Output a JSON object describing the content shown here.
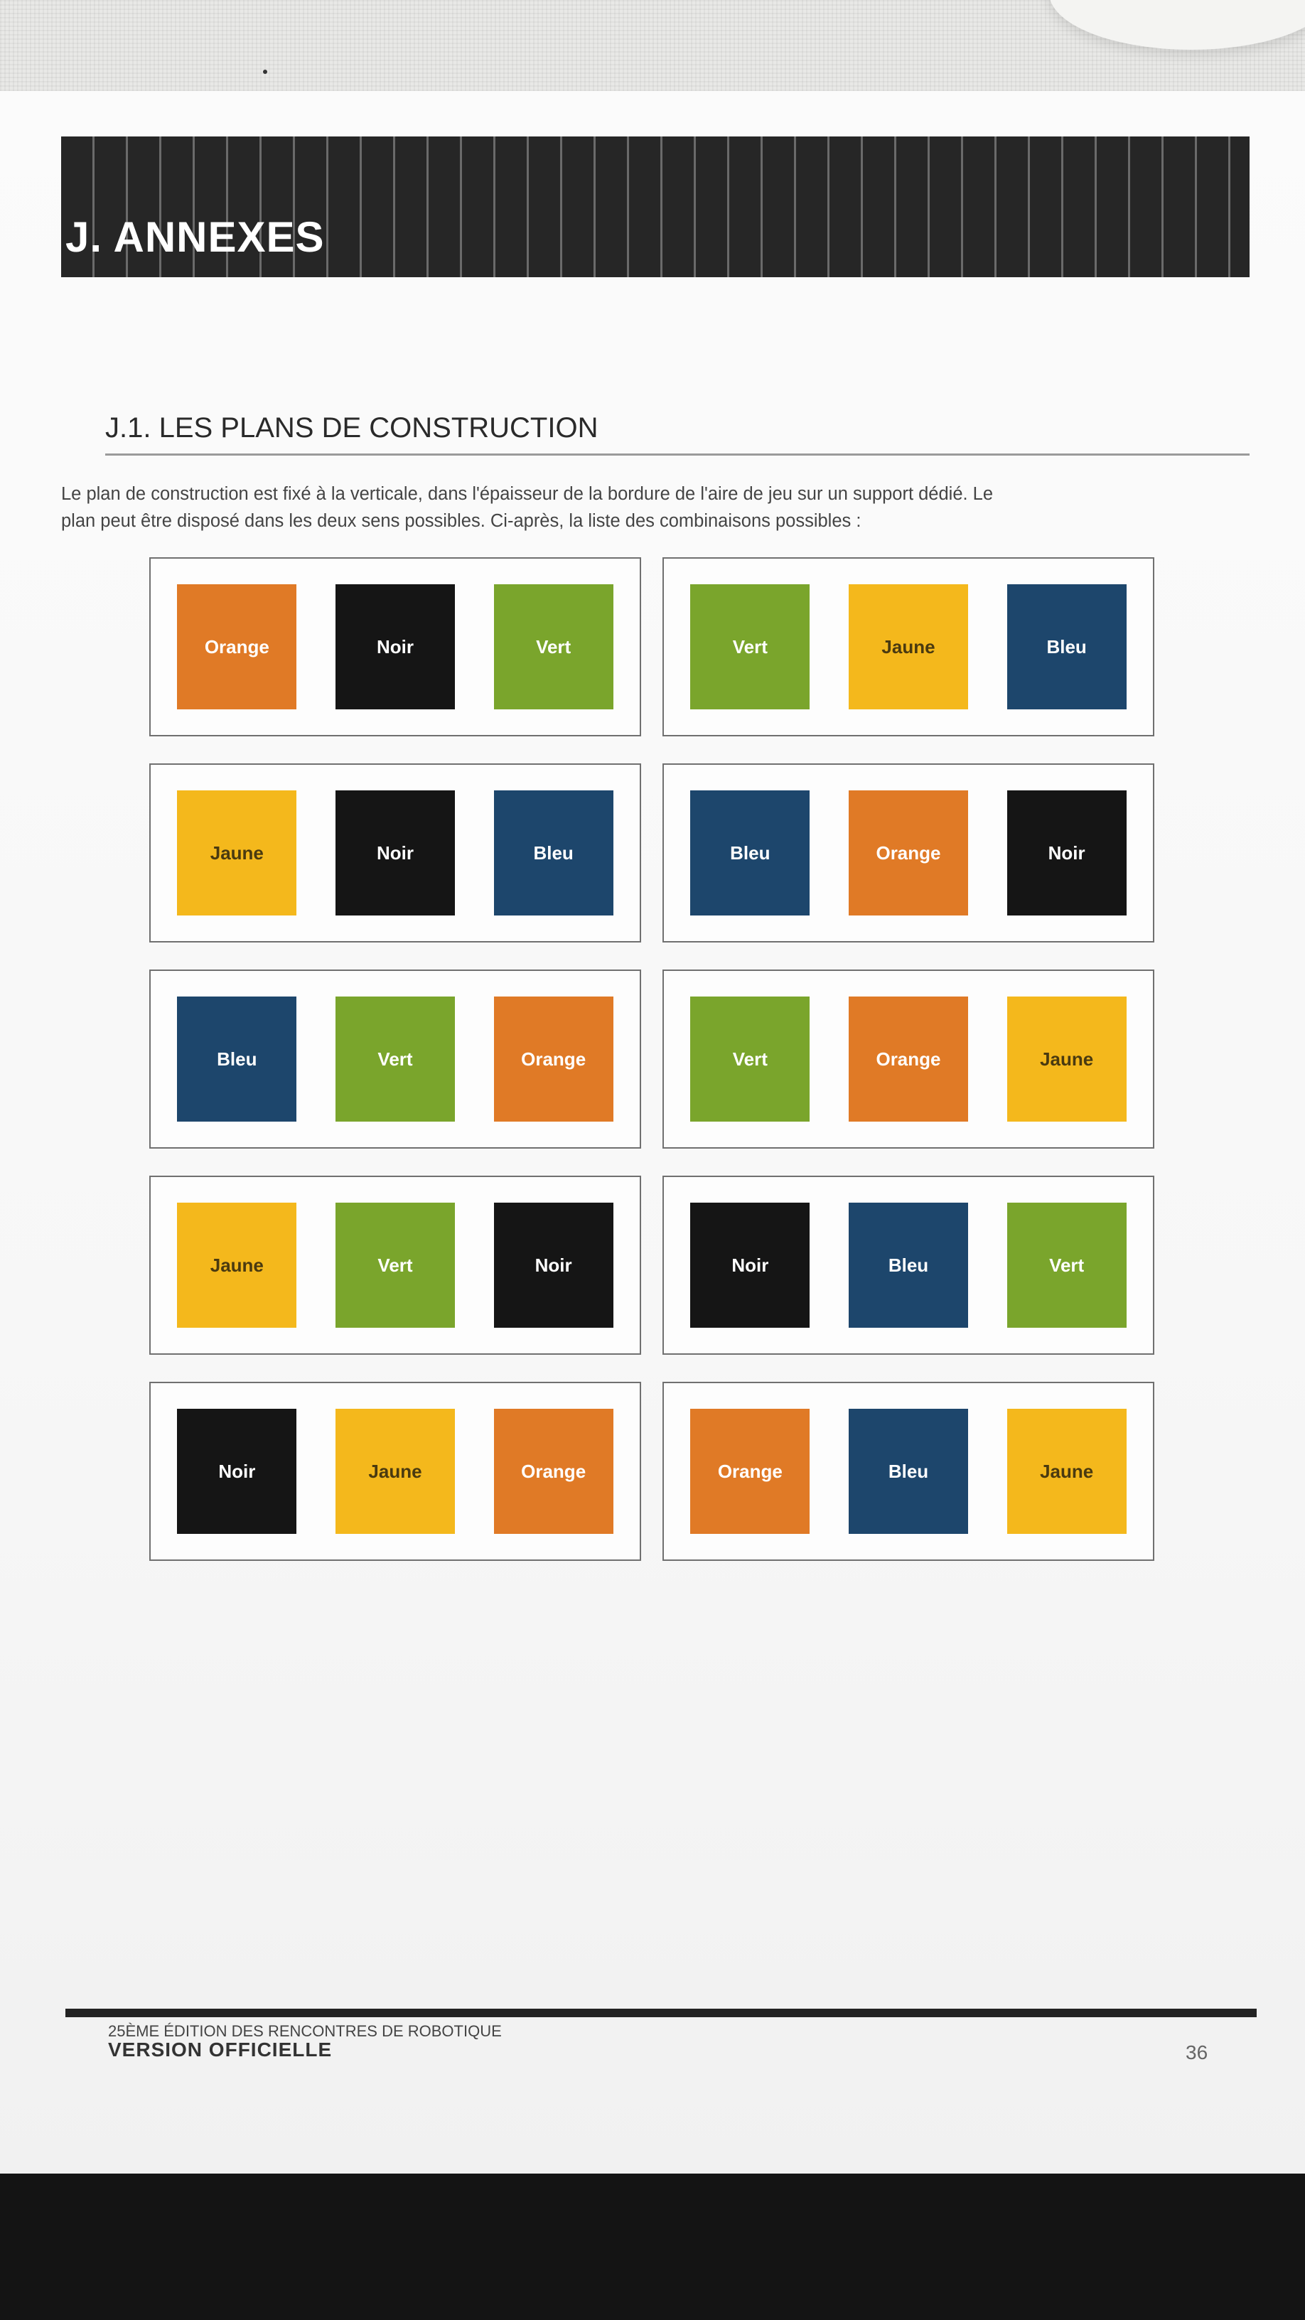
{
  "header": {
    "title": "J. ANNEXES"
  },
  "section": {
    "title": "J.1. LES PLANS DE CONSTRUCTION",
    "intro_line1": "Le plan de construction est fixé à la verticale, dans l'épaisseur de la bordure de l'aire de jeu sur un support dédié. Le",
    "intro_line2": "plan peut être disposé dans les deux sens possibles. Ci-après, la liste des combinaisons possibles :"
  },
  "colors": {
    "Orange": "#e07a26",
    "Noir": "#151515",
    "Vert": "#7aa52c",
    "Jaune": "#f4b81c",
    "Bleu": "#1d466c"
  },
  "combinations": [
    [
      "Orange",
      "Noir",
      "Vert"
    ],
    [
      "Vert",
      "Jaune",
      "Bleu"
    ],
    [
      "Jaune",
      "Noir",
      "Bleu"
    ],
    [
      "Bleu",
      "Orange",
      "Noir"
    ],
    [
      "Bleu",
      "Vert",
      "Orange"
    ],
    [
      "Vert",
      "Orange",
      "Jaune"
    ],
    [
      "Jaune",
      "Vert",
      "Noir"
    ],
    [
      "Noir",
      "Bleu",
      "Vert"
    ],
    [
      "Noir",
      "Jaune",
      "Orange"
    ],
    [
      "Orange",
      "Bleu",
      "Jaune"
    ]
  ],
  "footer": {
    "edition": "25ÈME ÉDITION DES RENCONTRES DE ROBOTIQUE",
    "version": "VERSION OFFICIELLE",
    "page_number": "36"
  }
}
